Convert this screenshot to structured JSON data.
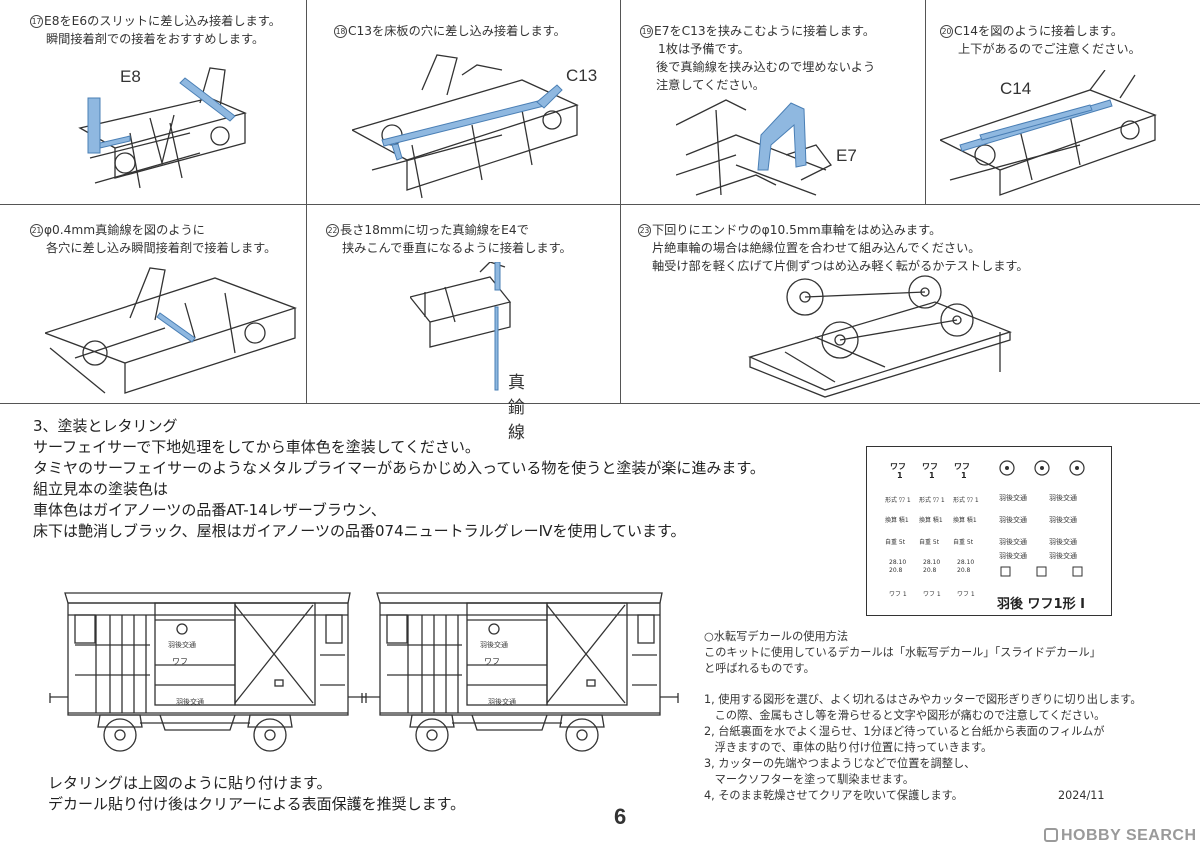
{
  "steps": {
    "s17": {
      "num": "17",
      "line1": "E8をE6のスリットに差し込み接着します。",
      "line2": "瞬間接着剤での接着をおすすめします。",
      "label": "E8"
    },
    "s18": {
      "num": "18",
      "line1": "C13を床板の穴に差し込み接着します。",
      "label": "C13"
    },
    "s19": {
      "num": "19",
      "line1": "E7をC13を挟みこむように接着します。",
      "line2": "1枚は予備です。",
      "line3": "後で真鍮線を挟み込むので埋めないよう",
      "line4": "注意してください。",
      "label": "E7"
    },
    "s20": {
      "num": "20",
      "line1": "C14を図のように接着します。",
      "line2": "上下があるのでご注意ください。",
      "label": "C14"
    },
    "s21": {
      "num": "21",
      "line1": "φ0.4mm真鍮線を図のように",
      "line2": "各穴に差し込み瞬間接着剤で接着します。"
    },
    "s22": {
      "num": "22",
      "line1": "長さ18mmに切った真鍮線をE4で",
      "line2": "挟みこんで垂直になるように接着します。",
      "label": "真鍮線"
    },
    "s23": {
      "num": "23",
      "line1": "下回りにエンドウのφ10.5mm車輪をはめ込みます。",
      "line2": "片絶車輪の場合は絶縁位置を合わせて組み込んでください。",
      "line3": "軸受け部を軽く広げて片側ずつはめ込み軽く転がるかテストします。"
    }
  },
  "painting": {
    "title": "3、塗装とレタリング",
    "lines": [
      "サーフェイサーで下地処理をしてから車体色を塗装してください。",
      "タミヤのサーフェイサーのようなメタルプライマーがあらかじめ入っている物を使うと塗装が楽に進みます。",
      "組立見本の塗装色は",
      "車体色はガイアノーツの品番AT-14レザーブラウン、",
      "床下は艶消しブラック、屋根はガイアノーツの品番074ニュートラルグレーⅣを使用しています。"
    ]
  },
  "decal": {
    "title": "羽後 ワフ1形 Ⅰ",
    "car_no": "ワフ",
    "car_no2": "1",
    "company": "羽後交通",
    "row1": "形式 ﾜﾌ 1",
    "row2": "換算 積1",
    "row3": "自重 5t",
    "row4": "28.10",
    "row5": "20.8",
    "bottom": "ワフ 1"
  },
  "lettering": {
    "line1": "レタリングは上図のように貼り付けます。",
    "line2": "デカール貼り付け後はクリアーによる表面保護を推奨します。"
  },
  "decal_usage": {
    "heading": "○水転写デカールの使用方法",
    "intro1": "このキットに使用しているデカールは「水転写デカール」「スライドデカール」",
    "intro2": "と呼ばれるものです。",
    "steps": [
      "1, 使用する図形を選び、よく切れるはさみやカッターで図形ぎりぎりに切り出します。",
      "   この際、金属もさし等を滑らせると文字や図形が痛むので注意してください。",
      "2, 台紙裏面を水でよく湿らせ、1分ほど待っていると台紙から表面のフィルムが",
      "   浮きますので、車体の貼り付け位置に持っていきます。",
      "3, カッターの先端やつまようじなどで位置を調整し、",
      "   マークソフターを塗って馴染ませます。",
      "4, そのまま乾燥させてクリアを吹いて保護します。"
    ],
    "date": "2024/11"
  },
  "page_number": "6",
  "watermark": "HOBBY SEARCH",
  "colors": {
    "part_highlight": "#8fb8e0",
    "part_edge": "#4a7fb5",
    "ink": "#333333"
  }
}
